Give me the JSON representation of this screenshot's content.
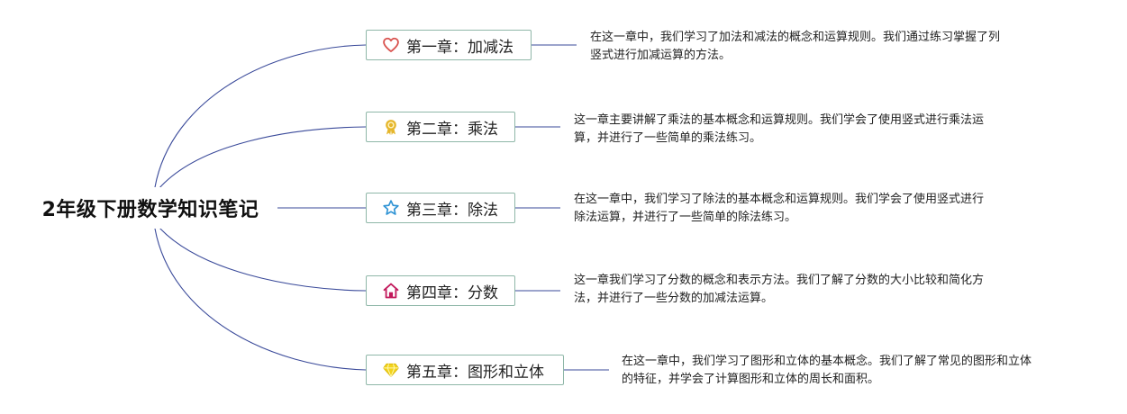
{
  "root_title": "2年级下册数学知识笔记",
  "chapters": [
    {
      "title": "第一章：加减法",
      "icon": "heart-icon",
      "note": "在这一章中，我们学习了加法和减法的概念和运算规则。我们通过练习掌握了列竖式进行加减运算的方法。",
      "note_lines": [
        "在这一章中，我们学习了加法和减法的概念和运算规则。我们通过练习掌握了列",
        "竖式进行加减运算的方法。"
      ]
    },
    {
      "title": "第二章：乘法",
      "icon": "medal-icon",
      "note": "这一章主要讲解了乘法的基本概念和运算规则。我们学会了使用竖式进行乘法运算，并进行了一些简单的乘法练习。",
      "note_lines": [
        "这一章主要讲解了乘法的基本概念和运算规则。我们学会了使用竖式进行乘法运",
        "算，并进行了一些简单的乘法练习。"
      ]
    },
    {
      "title": "第三章：除法",
      "icon": "star-icon",
      "note": "在这一章中，我们学习了除法的基本概念和运算规则。我们学会了使用竖式进行除法运算，并进行了一些简单的除法练习。",
      "note_lines": [
        "在这一章中，我们学习了除法的基本概念和运算规则。我们学会了使用竖式进行",
        "除法运算，并进行了一些简单的除法练习。"
      ]
    },
    {
      "title": "第四章：分数",
      "icon": "house-icon",
      "note": "这一章我们学习了分数的概念和表示方法。我们了解了分数的大小比较和简化方法，并进行了一些分数的加减法运算。",
      "note_lines": [
        "这一章我们学习了分数的概念和表示方法。我们了解了分数的大小比较和简化方",
        "法，并进行了一些分数的加减法运算。"
      ]
    },
    {
      "title": "第五章：图形和立体",
      "icon": "diamond-icon",
      "note": "在这一章中，我们学习了图形和立体的基本概念。我们了解了常见的图形和立体的特征，并学会了计算图形和立体的周长和面积。",
      "note_lines": [
        "在这一章中，我们学习了图形和立体的基本概念。我们了解了常见的图形和立体",
        "的特征，并学会了计算图形和立体的周长和面积。"
      ]
    }
  ],
  "colors": {
    "connector": "#3a4a9a",
    "node_border": "#8fb7a8",
    "heart": "#d9534f",
    "medal": "#e5b62b",
    "star": "#2f93d4",
    "house": "#c2185b",
    "diamond": "#f2d31b"
  }
}
